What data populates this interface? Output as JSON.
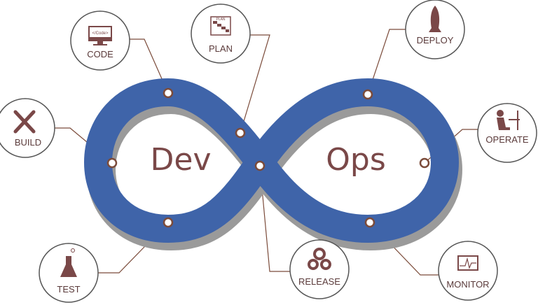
{
  "center": {
    "left_word": "Dev",
    "right_word": "Ops"
  },
  "stages": {
    "code": {
      "label": "CODE",
      "icon_text": "</Code>"
    },
    "plan": {
      "label": "PLAN",
      "icon_text": "PLAN"
    },
    "deploy": {
      "label": "DEPLOY"
    },
    "operate": {
      "label": "OPERATE"
    },
    "monitor": {
      "label": "MONITOR"
    },
    "release": {
      "label": "RELEASE"
    },
    "test": {
      "label": "TEST"
    },
    "build": {
      "label": "BUILD"
    }
  },
  "colors": {
    "loop": "#3f64a9",
    "shadow": "#9a9a9a",
    "text": "#7a4848",
    "connector": "#7b4b3a",
    "circle": "#555555"
  }
}
